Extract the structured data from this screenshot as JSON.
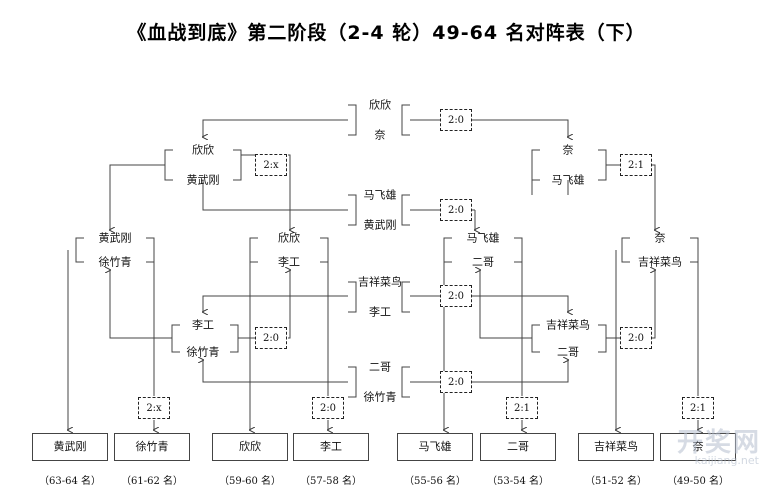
{
  "title": "《血战到底》第二阶段（2-4 轮）49-64 名对阵表（下）",
  "round4": {
    "m1": {
      "top": "欣欣",
      "bottom": "奈",
      "score": "2:0"
    },
    "m2": {
      "top": "马飞雄",
      "bottom": "黄武刚",
      "score": "2:0"
    },
    "m3": {
      "top": "吉祥菜鸟",
      "bottom": "李工",
      "score": "2:0"
    },
    "m4": {
      "top": "二哥",
      "bottom": "徐竹青",
      "score": "2:0"
    }
  },
  "round3": {
    "left": {
      "top": "欣欣",
      "bottom": "黄武刚",
      "score": "2:x"
    },
    "right": {
      "top": "奈",
      "bottom": "马飞雄",
      "score": "2:1"
    },
    "left_low": {
      "top": "李工",
      "bottom": "徐竹青",
      "score": "2:0"
    },
    "right_low": {
      "top": "吉祥菜鸟",
      "bottom": "二哥",
      "score": "2:0"
    }
  },
  "round2": {
    "g1": {
      "top": "黄武刚",
      "bottom": "徐竹青",
      "score": "2:x"
    },
    "g2": {
      "top": "欣欣",
      "bottom": "李工",
      "score": "2:0"
    },
    "g3": {
      "top": "马飞雄",
      "bottom": "二哥",
      "score": "2:1"
    },
    "g4": {
      "top": "奈",
      "bottom": "吉祥菜鸟",
      "score": "2:1"
    }
  },
  "finals": [
    {
      "name": "黄武刚",
      "rank": "（63-64 名）"
    },
    {
      "name": "徐竹青",
      "rank": "（61-62 名）"
    },
    {
      "name": "欣欣",
      "rank": "（59-60 名）"
    },
    {
      "name": "李工",
      "rank": "（57-58 名）"
    },
    {
      "name": "马飞雄",
      "rank": "（55-56 名）"
    },
    {
      "name": "二哥",
      "rank": "（53-54 名）"
    },
    {
      "name": "吉祥菜鸟",
      "rank": "（51-52 名）"
    },
    {
      "name": "奈",
      "rank": "（49-50 名）"
    }
  ],
  "watermark": {
    "main": "开奖网",
    "sub": "kaijiang.net"
  }
}
